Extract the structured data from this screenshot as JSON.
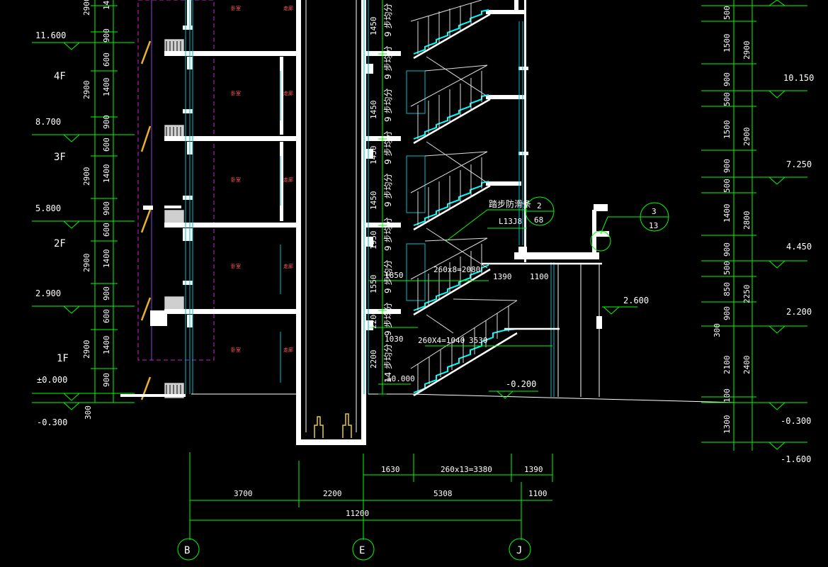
{
  "drawing": {
    "left_elevations": [
      "11.600",
      "8.700",
      "5.800",
      "2.900",
      "±0.000",
      "-0.300"
    ],
    "left_floors": [
      "4F",
      "3F",
      "2F",
      "1F"
    ],
    "left_dims": [
      "2900",
      "900",
      "600",
      "1400",
      "2900",
      "900",
      "600",
      "1400",
      "2900",
      "900",
      "600",
      "1400",
      "2900",
      "900",
      "600",
      "1400",
      "2900",
      "900",
      "300"
    ],
    "right_elevations": [
      "10.150",
      "7.250",
      "4.450",
      "2.200",
      "-0.300",
      "-1.600"
    ],
    "right_dims_inner": [
      "500",
      "1500",
      "900",
      "500",
      "1500",
      "900",
      "500",
      "1400",
      "900",
      "500",
      "850",
      "900",
      "300",
      "2100",
      "100",
      "1300"
    ],
    "right_dims_outer": [
      "2900",
      "2900",
      "2800",
      "2250",
      "2400"
    ],
    "stair_dims": [
      "1450",
      "1450",
      "1450",
      "1450",
      "1950",
      "1550",
      "1850",
      "2200"
    ],
    "stair_notes": [
      "9 步均分",
      "9 步均分",
      "9 步均分",
      "9 步均分",
      "9 步均分",
      "9 步均分",
      "9 步均分",
      "14 步均分"
    ],
    "tread_note_label": "踏步防滑条",
    "detail_left": {
      "top": "2",
      "bottom": "68"
    },
    "detail_right": {
      "top": "3",
      "bottom": "13"
    },
    "ref_code": "L13J8",
    "flight_upper": "260x8=2080",
    "flight_upper_dims": [
      "1390",
      "1100"
    ],
    "flight_lower": "260X4=1040",
    "flight_lower_dim": "3530",
    "stair_dim_1030": "1030",
    "landing_level": "2.600",
    "ground_level": "-0.200",
    "stair_zero": "±0.000",
    "bottom_dims_row1": [
      "1630",
      "260x13=3380",
      "1390"
    ],
    "bottom_dims_row2": [
      "3700",
      "2200",
      "5308",
      "1100"
    ],
    "bottom_total": "11200",
    "axes": [
      "B",
      "E",
      "J"
    ]
  }
}
